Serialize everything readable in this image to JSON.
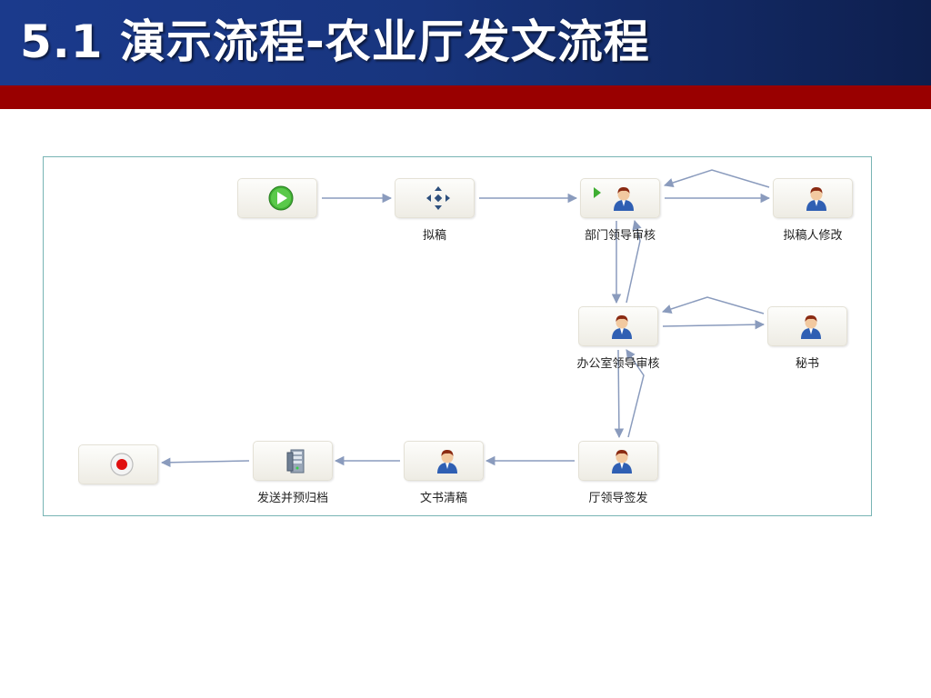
{
  "slide": {
    "title": "5.1 演示流程-农业厅发文流程",
    "colors": {
      "title_bar": "#1b3a8c",
      "red_band": "#990000",
      "frame_border": "#78b4b4",
      "arrow": "#8a9bbd"
    }
  },
  "diagram": {
    "nodes": [
      {
        "id": "start",
        "label": "",
        "icon": "play-icon"
      },
      {
        "id": "draft",
        "label": "拟稿",
        "icon": "move-arrows-icon"
      },
      {
        "id": "dept_review",
        "label": "部门领导审核",
        "icon": "person-icon"
      },
      {
        "id": "drafter_edit",
        "label": "拟稿人修改",
        "icon": "person-icon"
      },
      {
        "id": "office_review",
        "label": "办公室领导审核",
        "icon": "person-icon"
      },
      {
        "id": "secretary",
        "label": "秘书",
        "icon": "person-icon"
      },
      {
        "id": "director_sign",
        "label": "厅领导签发",
        "icon": "person-icon"
      },
      {
        "id": "clerk_copy",
        "label": "文书清稿",
        "icon": "person-icon"
      },
      {
        "id": "send_archive",
        "label": "发送并预归档",
        "icon": "server-icon"
      },
      {
        "id": "end",
        "label": "",
        "icon": "stop-icon"
      }
    ],
    "edges": [
      {
        "from": "start",
        "to": "draft"
      },
      {
        "from": "draft",
        "to": "dept_review"
      },
      {
        "from": "dept_review",
        "to": "drafter_edit"
      },
      {
        "from": "drafter_edit",
        "to": "dept_review"
      },
      {
        "from": "dept_review",
        "to": "office_review"
      },
      {
        "from": "office_review",
        "to": "dept_review"
      },
      {
        "from": "office_review",
        "to": "secretary"
      },
      {
        "from": "secretary",
        "to": "office_review"
      },
      {
        "from": "office_review",
        "to": "director_sign"
      },
      {
        "from": "director_sign",
        "to": "office_review"
      },
      {
        "from": "director_sign",
        "to": "clerk_copy"
      },
      {
        "from": "clerk_copy",
        "to": "send_archive"
      },
      {
        "from": "send_archive",
        "to": "end"
      }
    ]
  }
}
